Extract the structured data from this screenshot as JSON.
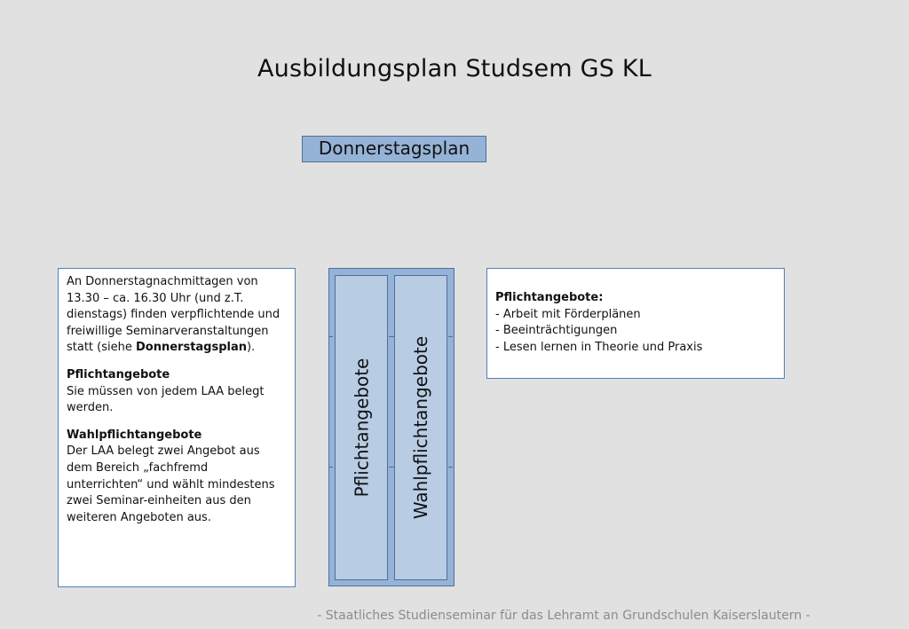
{
  "title": "Ausbildungsplan Studsem GS KL",
  "plan_label": "Donnerstagsplan",
  "left_box": {
    "p1_text": "An Donnerstagnachmittagen von 13.30 –  ca. 16.30 Uhr (und z.T. dienstags) finden verpflichtende und freiwillige Seminarveranstaltungen statt (siehe ",
    "p1_bold": "Donnerstagsplan",
    "p1_end": ").",
    "p2_head": "Pflichtangebote",
    "p2_text": "Sie müssen von jedem LAA belegt werden.",
    "p3_head": "Wahlpflichtangebote",
    "p3_text": "Der LAA belegt zwei Angebot aus dem Bereich „fachfremd unterrichten“ und wählt mindestens zwei Seminar-einheiten aus den weiteren Angeboten aus."
  },
  "columns": {
    "left_label": "Pflichtangebote",
    "right_label": "Wahlpflichtangebote"
  },
  "right_box": {
    "heading": "Pflichtangebote:",
    "items": [
      "- Arbeit mit Förderplänen",
      "- Beeinträchtigungen",
      "- Lesen lernen in Theorie und Praxis"
    ]
  },
  "footer": "- Staatliches Studienseminar für das Lehramt an Grundschulen Kaiserslautern -"
}
